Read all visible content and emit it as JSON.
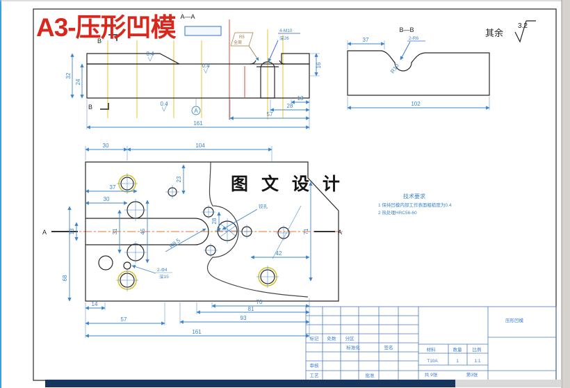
{
  "sheet": {
    "title": "A3-压形凹模",
    "section_aa_label": "A—A",
    "surface_prefix": "其余",
    "surface_value": "3.2",
    "watermark": "图 文 设 计"
  },
  "top_view": {
    "section_mark": "B",
    "dims": {
      "v32": "32",
      "v24": "24",
      "h161": "161",
      "h57": "57",
      "h28": "28",
      "h13": "13",
      "v16": "16"
    },
    "callouts": {
      "thread": "4-M10",
      "thread_depth": "深26",
      "fillet": "R5",
      "fillet_note": "全周",
      "finish": "0.4",
      "datum": "A"
    }
  },
  "bb_view": {
    "label": "B—B",
    "dims": {
      "h37": "37",
      "h102": "102"
    },
    "callouts": {
      "r6": "2-R6",
      "r10": "R10"
    }
  },
  "plan_view": {
    "section_mark": "A",
    "dims": {
      "t30": "30",
      "t104": "104",
      "s37": "37",
      "s30": "30",
      "v23": "23",
      "v13": "13",
      "v68": "68",
      "v31": "31",
      "v45": "45",
      "v28": "28",
      "v71": "71",
      "h42": "42",
      "h70": "70",
      "h81": "81",
      "h93": "93",
      "h14": "14",
      "h57": "57",
      "h161": "161"
    },
    "callouts": {
      "radius": "R9.5",
      "holes": "2-Φ4",
      "holes_depth": "深15",
      "ream": "铰孔"
    }
  },
  "tech_req": {
    "title": "技术要求",
    "item1": "1 保持凹模内部工作表面粗糙度为0.4",
    "item2": "2 热处理HRC56-60"
  },
  "title_block": {
    "part_name": "压形凹模",
    "mark": "标记",
    "count": "处数",
    "zone": "分区",
    "standardization": "标准化",
    "signature": "签名",
    "review": "审核",
    "process": "工艺",
    "approve": "批准",
    "material_label": "材料",
    "material": "T10A",
    "qty_label": "数量",
    "qty": "1",
    "scale_label": "比例",
    "scale": "1:1",
    "total_sheets": "共 9张",
    "sheet_no": "第3张"
  },
  "colors": {
    "title_red": "#d8281e",
    "dim_blue": "#3d85c8",
    "outline": "#262626",
    "hatch_blue": "#7fb2e5",
    "centerline_yellow": "#e8c431",
    "centerline_orange": "#e87430",
    "cutline_red": "#e04b30",
    "table_blue": "#3a7bd5",
    "bottom_bar_navy": "#17365d",
    "scrollbar_gray": "#d6d3ce"
  }
}
